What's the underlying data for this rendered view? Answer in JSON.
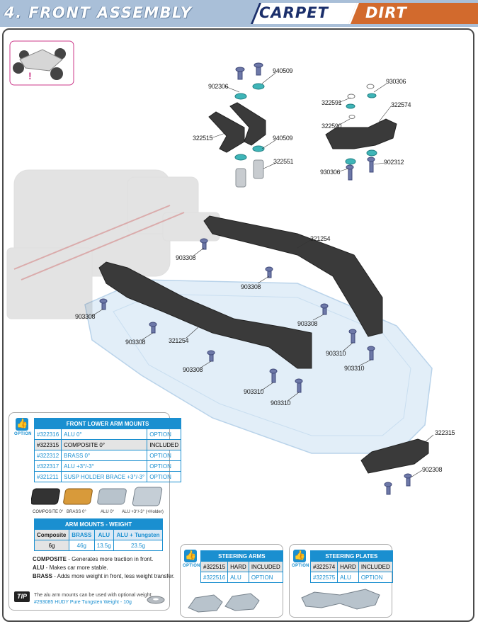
{
  "header": {
    "title": "4. FRONT ASSEMBLY",
    "carpet_label": "CARPET",
    "dirt_label": "DIRT"
  },
  "part_labels": {
    "p902306": "902306",
    "p940509_top": "940509",
    "p322515": "322515",
    "p940509_mid": "940509",
    "p322551": "322551",
    "p930306_top": "930306",
    "p322591": "322591",
    "p322574": "322574",
    "p322590": "322590",
    "p930306_bot": "930306",
    "p902312": "902312",
    "p321254_right": "321254",
    "p903308_a": "903308",
    "p903308_b": "903308",
    "p903308_c": "903308",
    "p903308_d": "903308",
    "p903308_e": "903308",
    "p903308_f": "903308",
    "p321254_left": "321254",
    "p903310_a": "903310",
    "p903310_b": "903310",
    "p903310_c": "903310",
    "p903310_d": "903310",
    "p322315": "322315",
    "p902308": "902308"
  },
  "option_word": "OPTION",
  "front_lower_arm_mounts": {
    "title": "FRONT LOWER ARM MOUNTS",
    "rows": [
      {
        "code": "#322316",
        "desc": "ALU 0°",
        "status": "OPTION"
      },
      {
        "code": "#322315",
        "desc": "COMPOSITE 0°",
        "status": "INCLUDED"
      },
      {
        "code": "#322312",
        "desc": "BRASS 0°",
        "status": "OPTION"
      },
      {
        "code": "#322317",
        "desc": "ALU +3°/-3°",
        "status": "OPTION"
      },
      {
        "code": "#321211",
        "desc": "SUSP HOLDER BRACE +3°/-3°",
        "status": "OPTION"
      }
    ],
    "captions": [
      "COMPOSITE 0°",
      "BRASS 0°",
      "ALU 0°",
      "ALU +3°/-3° (+Holder)"
    ]
  },
  "arm_mounts_weight": {
    "title": "ARM MOUNTS - WEIGHT",
    "headers": [
      "Composite",
      "BRASS",
      "ALU",
      "ALU + Tungsten"
    ],
    "values": [
      "6g",
      "46g",
      "13.5g",
      "23.5g"
    ]
  },
  "notes": {
    "composite_label": "COMPOSITE",
    "composite_text": " - Generates more traction in front.",
    "alu_label": "ALU",
    "alu_text": " - Makes car more stable.",
    "brass_label": "BRASS",
    "brass_text": " - Adds more weight in front, less weight transfer."
  },
  "tip": {
    "badge": "TIP",
    "line1": "The alu arm mounts can be used with optional weight:",
    "line2": "#293085 HUDY Pure Tungsten Weight - 10g"
  },
  "steering_arms": {
    "title": "STEERING ARMS",
    "rows": [
      {
        "code": "#322515",
        "mat": "HARD",
        "status": "INCLUDED"
      },
      {
        "code": "#322516",
        "mat": "ALU",
        "status": "OPTION"
      }
    ]
  },
  "steering_plates": {
    "title": "STEERING PLATES",
    "rows": [
      {
        "code": "#322574",
        "mat": "HARD",
        "status": "INCLUDED"
      },
      {
        "code": "#322575",
        "mat": "ALU",
        "status": "OPTION"
      }
    ]
  },
  "colors": {
    "accent_blue": "#1a8fd0",
    "header_blue": "#a9bfd8",
    "dirt_orange": "#d26a2d",
    "carpet_navy": "#1b2f6b",
    "teal_parts": "#3fb5b8",
    "part_dark": "#3a3a3a"
  }
}
